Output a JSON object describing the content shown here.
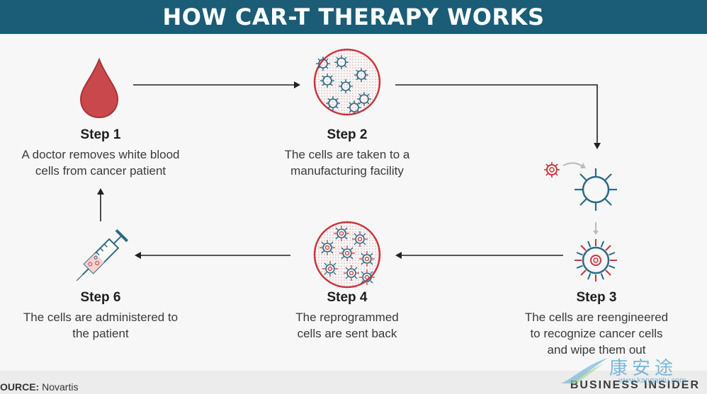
{
  "header": {
    "title": "HOW CAR-T THERAPY WORKS"
  },
  "steps": [
    {
      "title": "Step 1",
      "desc": "A doctor removes white blood\ncells from cancer patient"
    },
    {
      "title": "Step 2",
      "desc": "The cells are taken to a\nmanufacturing facility"
    },
    {
      "title": "Step 3",
      "desc": "The cells are reengineered\nto recognize cancer cells\nand wipe them out"
    },
    {
      "title": "Step 4",
      "desc": "The reprogrammed\ncells are sent back"
    },
    {
      "title": "Step 6",
      "desc": "The cells are administered to\nthe patient"
    }
  ],
  "footer": {
    "source_label": "OURCE:",
    "source_value": "Novartis",
    "brand": "BUSINESS INSIDER",
    "watermark_cn": "康安途",
    "watermark_url": "www.kangantu.com"
  },
  "colors": {
    "header_bg": "#1b5c77",
    "cell_blue": "#2c6a86",
    "cancer_red": "#c9363d",
    "arrow": "#222222",
    "arrow_light": "#bbbbbb"
  }
}
